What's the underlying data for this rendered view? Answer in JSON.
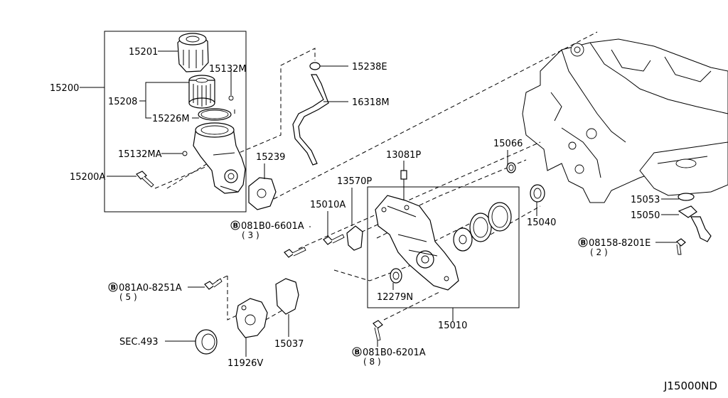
{
  "diagram": {
    "code": "J15000ND",
    "labels": {
      "p15200": "15200",
      "p15201": "15201",
      "p15132M": "15132M",
      "p15208": "15208",
      "p15226M": "15226M",
      "p15132MA": "15132MA",
      "p15200A": "15200A",
      "p15239": "15239",
      "p15238E": "15238E",
      "p16318M": "16318M",
      "p13081P": "13081P",
      "p13570P": "13570P",
      "p15010A": "15010A",
      "p15066": "15066",
      "p15040": "15040",
      "p15053": "15053",
      "p15050": "15050",
      "p12279N": "12279N",
      "p15010": "15010",
      "p15037": "15037",
      "p11926V": "11926V",
      "sec493": "SEC.493"
    },
    "bolts": {
      "b1": {
        "badge": "B",
        "code": "081B0-6601A",
        "qty": "( 3 )"
      },
      "b2": {
        "badge": "B",
        "code": "081A0-8251A",
        "qty": "( 5 )"
      },
      "b3": {
        "badge": "B",
        "code": "081B0-6201A",
        "qty": "( 8 )"
      },
      "b4": {
        "badge": "B",
        "code": "08158-8201E",
        "qty": "( 2 )"
      }
    }
  }
}
